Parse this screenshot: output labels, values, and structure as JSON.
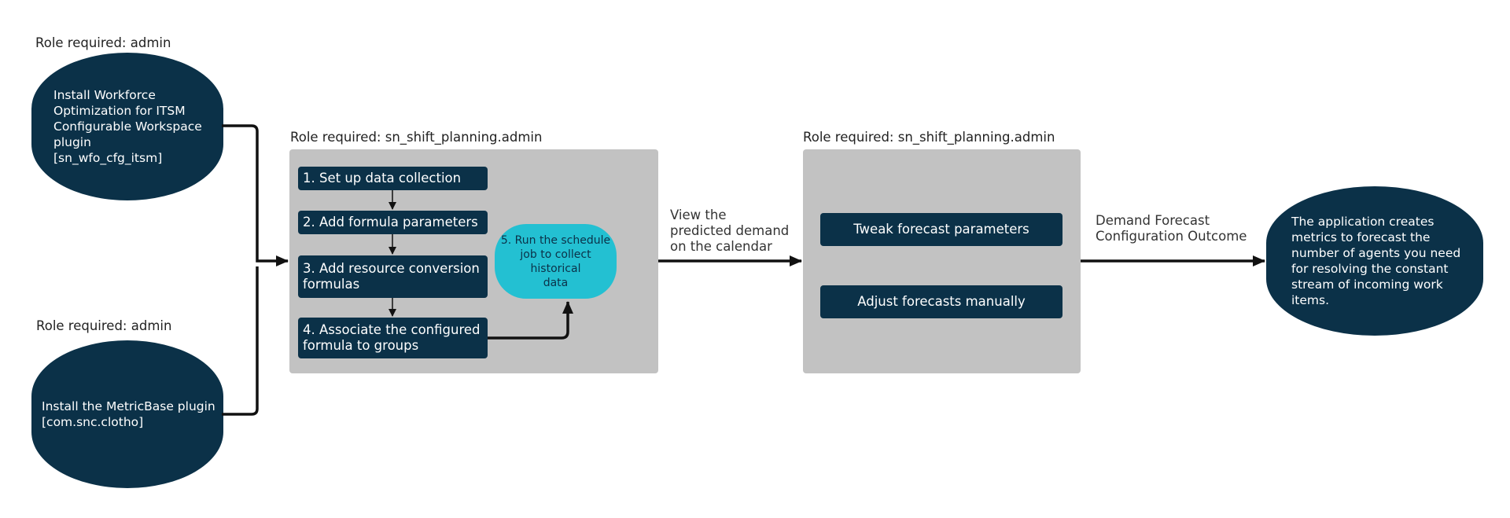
{
  "roles": {
    "admin_top": "Role required: admin",
    "admin_bottom": "Role required: admin",
    "setup_panel": "Role required: sn_shift_planning.admin",
    "tune_panel": "Role required: sn_shift_planning.admin"
  },
  "plugins": {
    "wfo_itsm": "Install Workforce\nOptimization for ITSM\nConfigurable Workspace\nplugin\n[sn_wfo_cfg_itsm]",
    "metricbase": "Install the MetricBase plugin\n[com.snc.clotho]"
  },
  "steps": [
    "1. Set up data collection",
    "2. Add formula parameters",
    "3. Add resource conversion\nformulas",
    "4. Associate the configured\nformula to groups"
  ],
  "schedule_job": "5. Run the schedule\njob to collect historical\ndata",
  "edges": {
    "view_calendar": "View the\npredicted demand\non the calendar",
    "outcome": "Demand Forecast\nConfiguration Outcome"
  },
  "tune_actions": [
    "Tweak forecast parameters",
    "Adjust forecasts manually"
  ],
  "outcome_text": "The application creates\nmetrics to forecast the\nnumber of agents you need\nfor resolving the constant\nstream of incoming work\nitems.",
  "colors": {
    "navy": "#0b3148",
    "teal": "#23c0d2",
    "panel_gray": "#c2c2c2",
    "connector": "#111111"
  }
}
